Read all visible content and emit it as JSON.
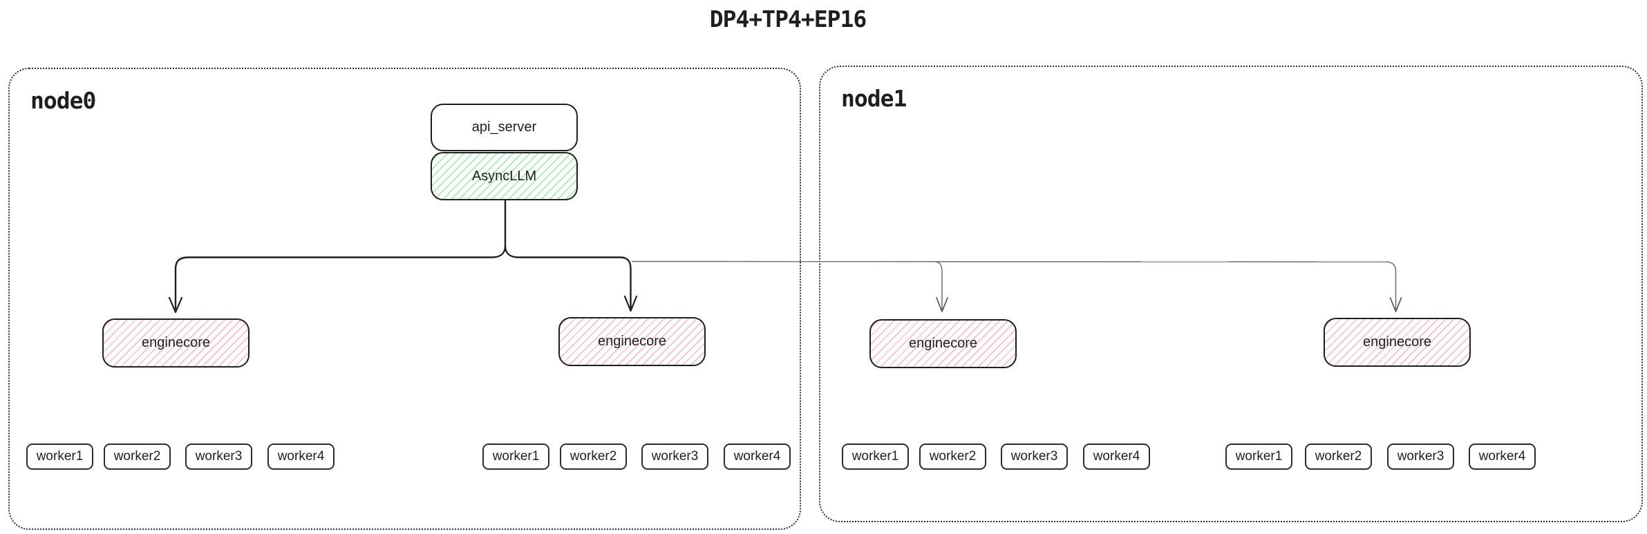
{
  "title": "DP4+TP4+EP16",
  "nodes": [
    {
      "label": "node0"
    },
    {
      "label": "node1"
    }
  ],
  "boxes": {
    "api_server": "api_server",
    "async_llm": "AsyncLLM",
    "enginecores": [
      "enginecore",
      "enginecore",
      "enginecore",
      "enginecore"
    ],
    "worker_groups": [
      {
        "workers": [
          "worker1",
          "worker2",
          "worker3",
          "worker4"
        ]
      },
      {
        "workers": [
          "worker1",
          "worker2",
          "worker3",
          "worker4"
        ]
      },
      {
        "workers": [
          "worker1",
          "worker2",
          "worker3",
          "worker4"
        ]
      },
      {
        "workers": [
          "worker1",
          "worker2",
          "worker3",
          "worker4"
        ]
      }
    ]
  },
  "colors": {
    "ink": "#1e1e1e",
    "node_border": "#2b2b2b",
    "green_hatch": "#9ae6a8",
    "red_hatch": "#f5b6b6",
    "thin_wire": "#6f6f6f",
    "background": "#ffffff"
  }
}
